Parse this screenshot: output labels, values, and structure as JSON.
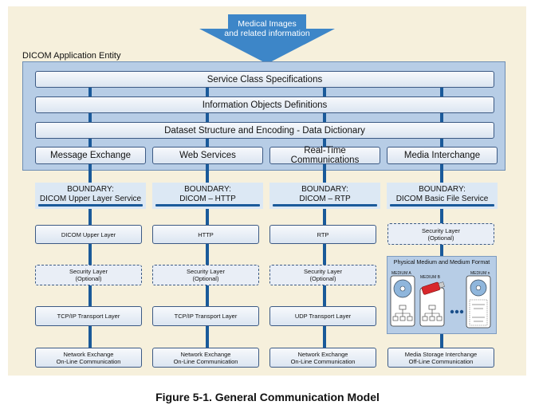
{
  "arrow": {
    "line1": "Medical Images",
    "line2": "and related information"
  },
  "entity_label": "DICOM Application Entity",
  "layers": {
    "service_class": "Service Class Specifications",
    "iod": "Information Objects Definitions",
    "dataset": "Dataset Structure and Encoding - Data Dictionary"
  },
  "columns": [
    {
      "top": "Message Exchange",
      "boundary1": "BOUNDARY:",
      "boundary2": "DICOM Upper Layer Service",
      "r1": "DICOM Upper Layer",
      "r2a": "Security Layer",
      "r2b": "(Optional)",
      "r3": "TCP/IP Transport Layer",
      "r4a": "Network Exchange",
      "r4b": "On-Line Communication"
    },
    {
      "top": "Web Services",
      "boundary1": "BOUNDARY:",
      "boundary2": "DICOM – HTTP",
      "r1": "HTTP",
      "r2a": "Security Layer",
      "r2b": "(Optional)",
      "r3": "TCP/IP Transport Layer",
      "r4a": "Network Exchange",
      "r4b": "On-Line Communication"
    },
    {
      "top": "Real-Time Communications",
      "boundary1": "BOUNDARY:",
      "boundary2": "DICOM – RTP",
      "r1": "RTP",
      "r2a": "Security Layer",
      "r2b": "(Optional)",
      "r3": "UDP Transport Layer",
      "r4a": "Network Exchange",
      "r4b": "On-Line Communication"
    },
    {
      "top": "Media Interchange",
      "boundary1": "BOUNDARY:",
      "boundary2": "DICOM Basic File Service",
      "r1a": "Security Layer",
      "r1b": "(Optional)",
      "media_title": "Physical Medium and Medium Format",
      "medium_a": "MEDIUM A",
      "medium_b": "MEDIUM B",
      "medium_n": "MEDIUM n",
      "r4a": "Media Storage Interchange",
      "r4b": "Off-Line Communication"
    }
  ],
  "caption": "Figure 5-1. General Communication Model",
  "colors": {
    "accent": "#1a5a9a",
    "frame": "#b7cde6",
    "panel": "#f6f0dc"
  }
}
